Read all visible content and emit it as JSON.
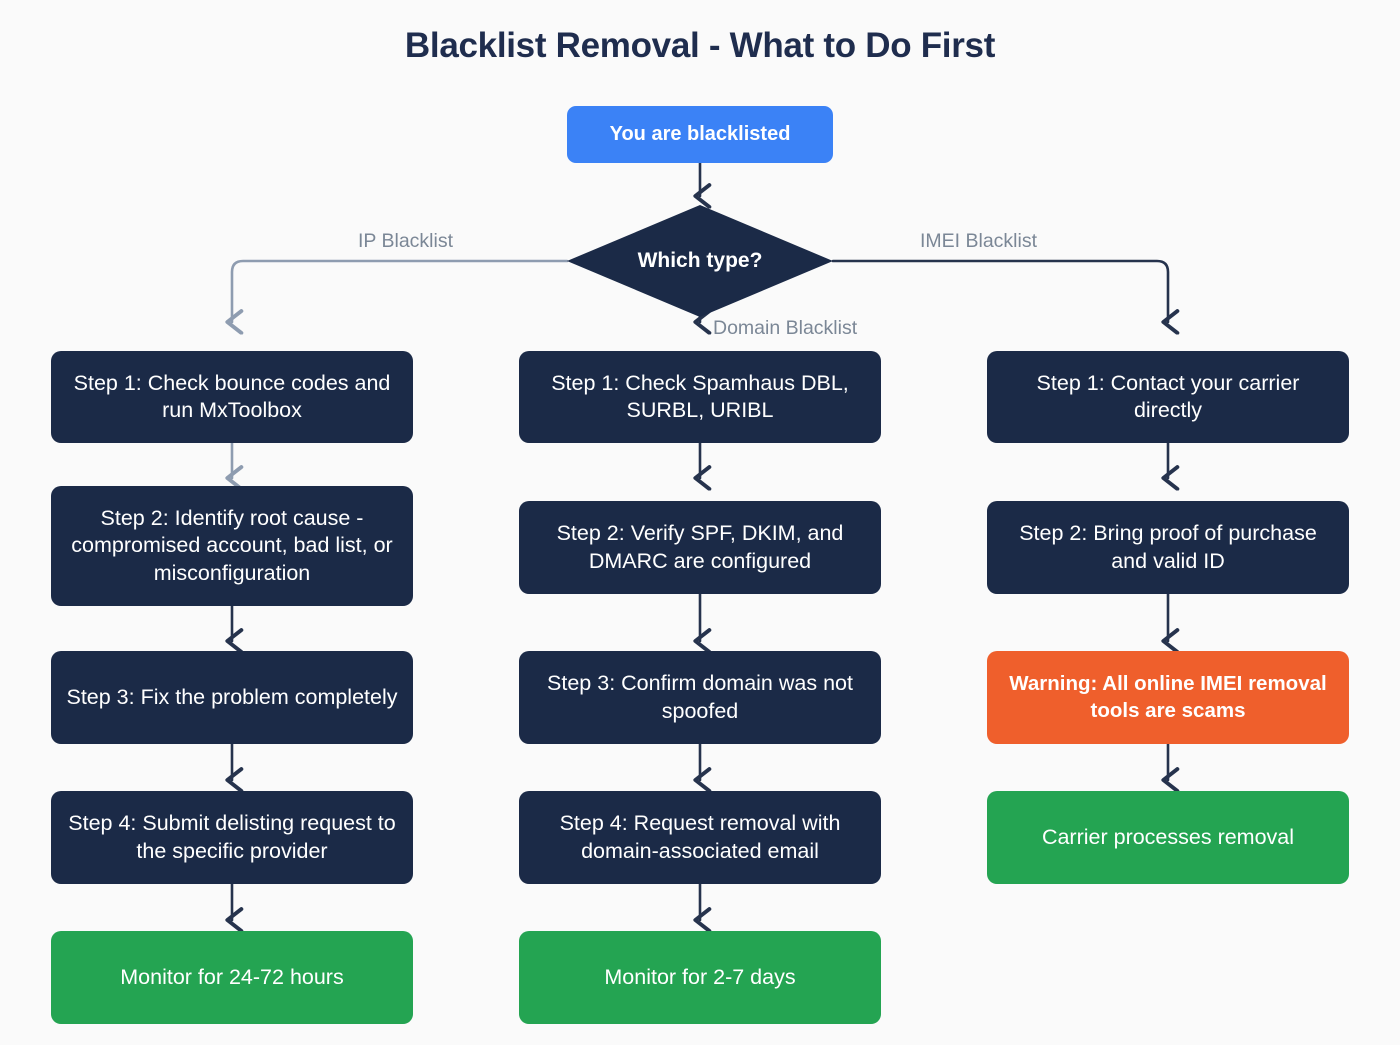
{
  "title": "Blacklist Removal - What to Do First",
  "colors": {
    "background": "#fafafa",
    "dark_node": "#1b2a47",
    "start_node": "#3b82f6",
    "success_node": "#24a452",
    "warning_node": "#ef5f2c",
    "title_text": "#1f2d4e",
    "edge_label_text": "#7b8796",
    "edge_gray": "#8e9cb0",
    "edge_dark": "#26334d"
  },
  "start": {
    "label": "You are blacklisted"
  },
  "decision": {
    "label": "Which type?"
  },
  "edge_labels": {
    "ip": "IP Blacklist",
    "domain": "Domain Blacklist",
    "imei": "IMEI Blacklist"
  },
  "branches": [
    {
      "key": "ip",
      "label": "IP Blacklist",
      "steps": [
        {
          "text": "Step 1: Check bounce codes and run MxToolbox",
          "kind": "dark"
        },
        {
          "text": "Step 2: Identify root cause - compromised account, bad list, or misconfiguration",
          "kind": "dark"
        },
        {
          "text": "Step 3: Fix the problem completely",
          "kind": "dark"
        },
        {
          "text": "Step 4: Submit delisting request to the specific provider",
          "kind": "dark"
        },
        {
          "text": "Monitor for 24-72 hours",
          "kind": "green"
        }
      ]
    },
    {
      "key": "domain",
      "label": "Domain Blacklist",
      "steps": [
        {
          "text": "Step 1: Check Spamhaus DBL, SURBL, URIBL",
          "kind": "dark"
        },
        {
          "text": "Step 2: Verify SPF, DKIM, and DMARC are configured",
          "kind": "dark"
        },
        {
          "text": "Step 3: Confirm domain was not spoofed",
          "kind": "dark"
        },
        {
          "text": "Step 4: Request removal with domain-associated email",
          "kind": "dark"
        },
        {
          "text": "Monitor for 2-7 days",
          "kind": "green"
        }
      ]
    },
    {
      "key": "imei",
      "label": "IMEI Blacklist",
      "steps": [
        {
          "text": "Step 1: Contact your carrier directly",
          "kind": "dark"
        },
        {
          "text": "Step 2: Bring proof of purchase and valid ID",
          "kind": "dark"
        },
        {
          "text": "Warning: All online IMEI removal tools are scams",
          "kind": "warn"
        },
        {
          "text": "Carrier processes removal",
          "kind": "green"
        }
      ]
    }
  ]
}
